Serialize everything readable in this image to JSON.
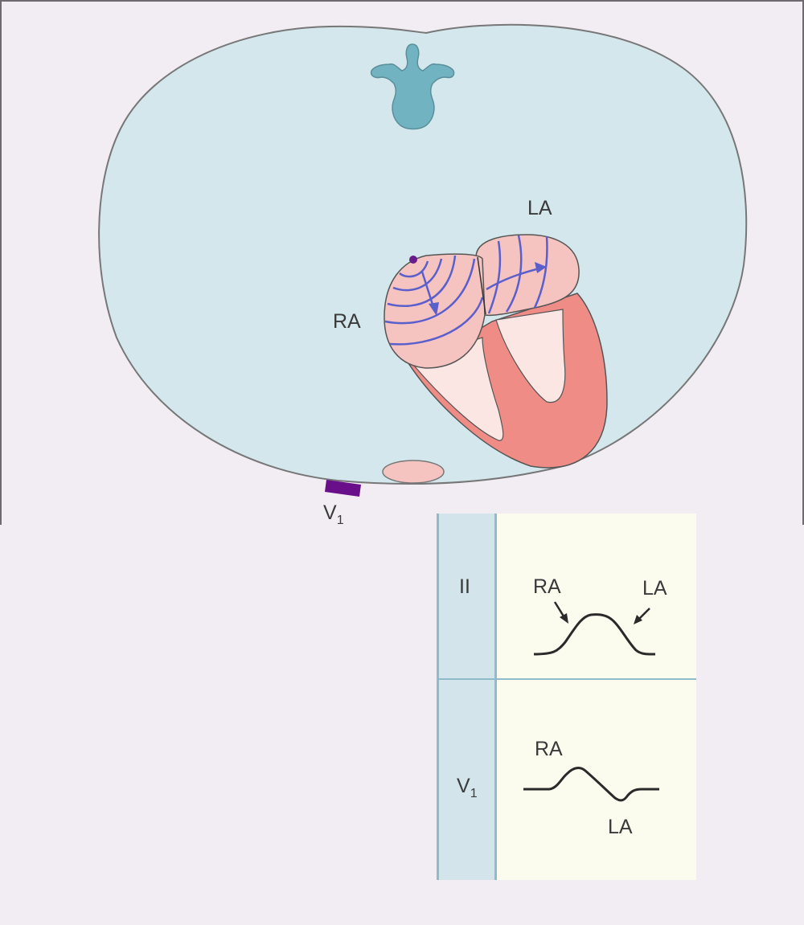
{
  "figure": {
    "cross_section": {
      "labels": {
        "la": "LA",
        "ra": "RA",
        "electrode": "V",
        "electrode_sub": "1"
      },
      "colors": {
        "background": "#f2ecf3",
        "frame": "#6e6a70",
        "torso_fill": "#d4e7ec",
        "torso_stroke": "#777777",
        "vertebra": "#72b3c2",
        "atria_fill": "#f6c4c0",
        "ventricle_wall": "#f08c86",
        "ventricle_cavity": "#fbe6e4",
        "conduction_lines": "#5a5fcc",
        "sa_node": "#6a1b8a",
        "electrode": "#6a0f8a"
      }
    },
    "ecg_panel": {
      "rows": [
        {
          "lead": "II",
          "lead_sub": "",
          "annotations": {
            "ra": "RA",
            "la": "LA"
          },
          "waveform": "positive-broad-p-wave"
        },
        {
          "lead": "V",
          "lead_sub": "1",
          "annotations": {
            "ra": "RA",
            "la": "LA"
          },
          "waveform": "biphasic-p-wave"
        }
      ],
      "colors": {
        "panel_fill": "#fbfcee",
        "lead_column_fill": "#d3e5ea",
        "grid_lines": "#8fbccb",
        "trace": "#2a2a2a"
      }
    }
  }
}
